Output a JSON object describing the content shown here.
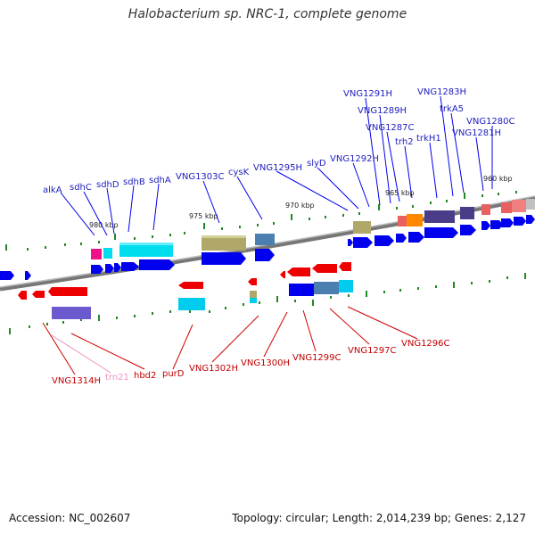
{
  "title": "Halobacterium sp. NRC-1, complete genome",
  "accession_label": "Accession: NC_002607",
  "topology_label": "Topology: circular; Length: 2,014,239 bp; Genes: 2,127",
  "colors": {
    "backbone": "#888888",
    "forward_label": "#2020c0",
    "reverse_label": "#c00000",
    "rna_label": "#f090c0",
    "cds_forward": "#0000ee",
    "cds_reverse": "#ee0000",
    "tick": "#228822"
  },
  "scale_labels": [
    "980 kbp",
    "975 kbp",
    "970 kbp",
    "965 kbp",
    "960 kbp"
  ],
  "forward_gene_labels": [
    "alkA",
    "sdhC",
    "sdhD",
    "sdhB",
    "sdhA",
    "VNG1303C",
    "cysK",
    "VNG1295H",
    "slyD",
    "VNG1292H",
    "VNG1291H",
    "VNG1289H",
    "VNG1287C",
    "trh2",
    "trkH1",
    "VNG1283H",
    "trkA5",
    "VNG1280C",
    "VNG1281H"
  ],
  "reverse_gene_labels": [
    "VNG1314H",
    "trn21",
    "hbd2",
    "purD",
    "VNG1302H",
    "VNG1300H",
    "VNG1299C",
    "VNG1297C",
    "VNG1296C"
  ]
}
